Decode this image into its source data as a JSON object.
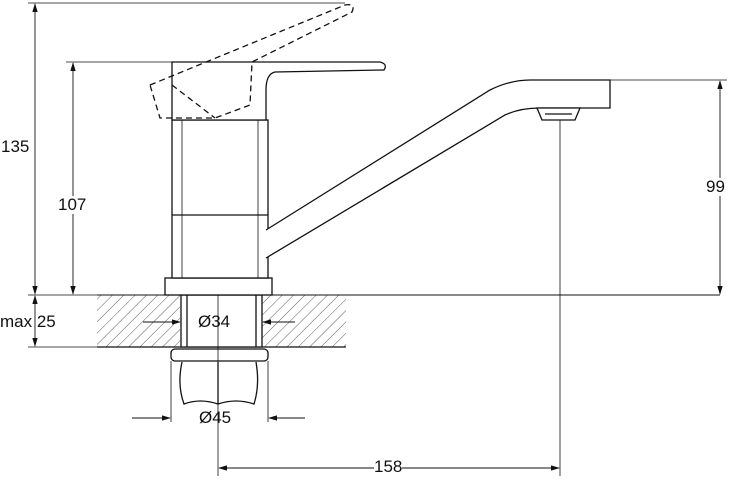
{
  "dimensions": {
    "total_height": "135",
    "handle_height": "107",
    "spout_height": "99",
    "max_counter_thickness": "max 25",
    "hole_diameter": "Ø34",
    "nut_diameter": "Ø45",
    "spout_reach": "158"
  },
  "colors": {
    "line": "#111111",
    "background": "#ffffff"
  }
}
